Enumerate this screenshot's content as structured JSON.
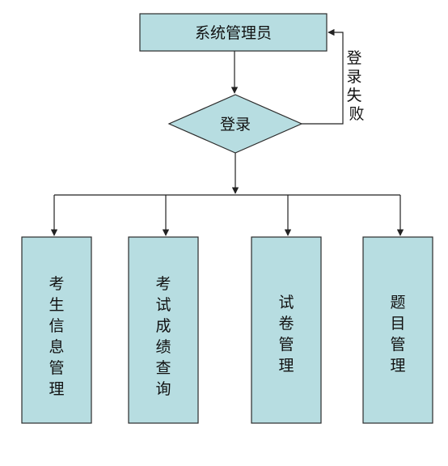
{
  "diagram": {
    "top_node": "系统管理员",
    "decision_node": "登录",
    "loop_label": "登录失败",
    "modules": [
      {
        "label": "考生信息管理"
      },
      {
        "label": "考试成绩查询"
      },
      {
        "label": "试卷管理"
      },
      {
        "label": "题目管理"
      }
    ]
  },
  "style": {
    "node_fill": "#b7dde1",
    "stroke": "#222222"
  }
}
